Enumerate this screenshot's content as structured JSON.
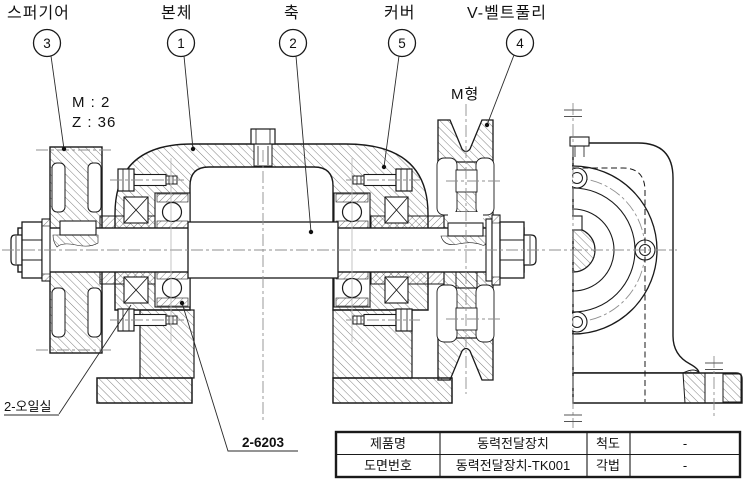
{
  "part_labels": [
    {
      "name": "스퍼기어",
      "balloon": "3"
    },
    {
      "name": "본체",
      "balloon": "1"
    },
    {
      "name": "축",
      "balloon": "2"
    },
    {
      "name": "커버",
      "balloon": "5"
    },
    {
      "name": "V-벨트풀리",
      "balloon": "4"
    }
  ],
  "specs": {
    "gear_module": "M : 2",
    "gear_teeth": "Z : 36",
    "pulley_type": "M형"
  },
  "notes": {
    "oil_seal": "2-오일실",
    "bearing": "2-6203"
  },
  "title_block": {
    "rows": [
      {
        "c1": "제품명",
        "c2": "동력전달장치",
        "c3": "척도",
        "c4": "-"
      },
      {
        "c1": "도면번호",
        "c2": "동력전달장치-TK001",
        "c3": "각법",
        "c4": "-"
      }
    ]
  },
  "colors": {
    "line": "#1a1a1a",
    "centerline": "#8f8f8f",
    "hatch": "#3c3c3c",
    "background": "#ffffff"
  }
}
